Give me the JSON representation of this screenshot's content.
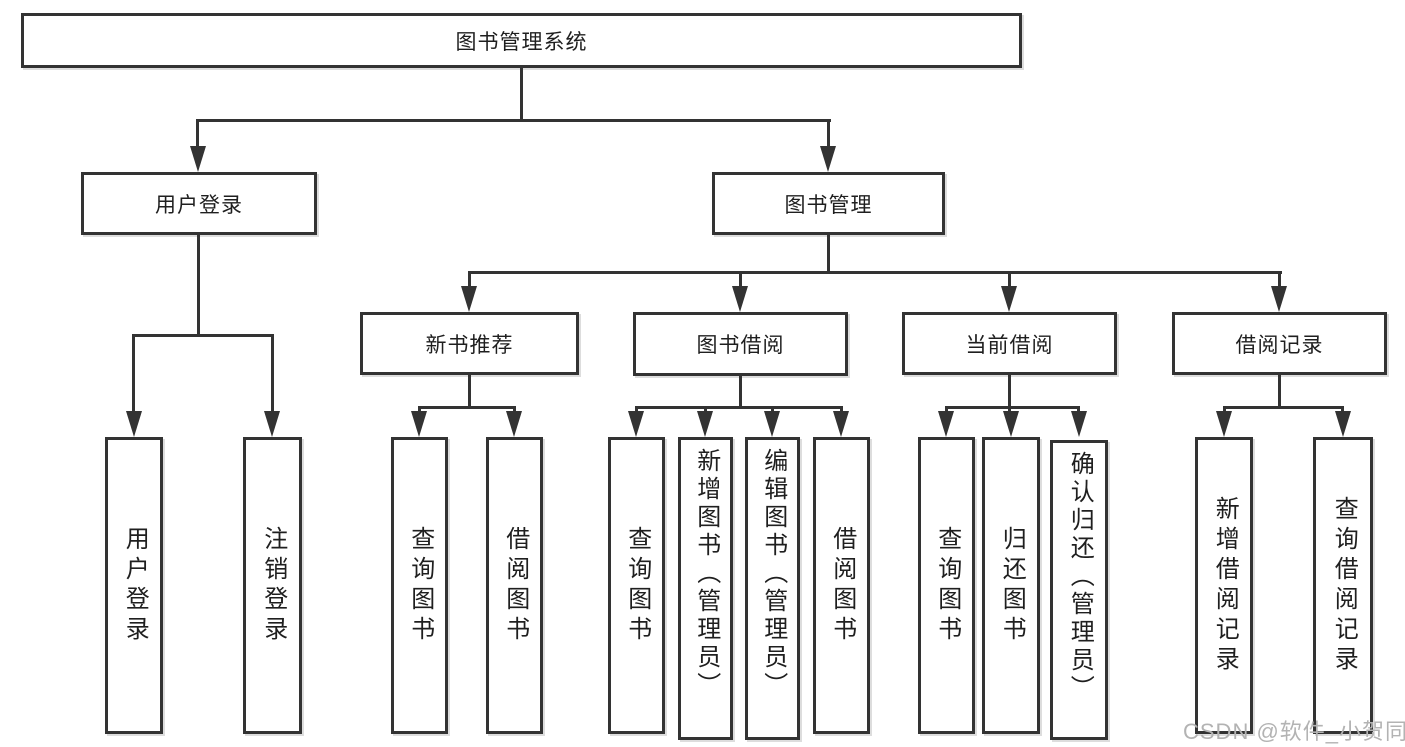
{
  "tree": {
    "root": "图书管理系统",
    "branches": [
      {
        "label": "用户登录",
        "children": [
          "用户登录",
          "注销登录"
        ]
      },
      {
        "label": "图书管理",
        "groups": [
          {
            "label": "新书推荐",
            "children": [
              "查询图书",
              "借阅图书"
            ]
          },
          {
            "label": "图书借阅",
            "children": [
              "查询图书",
              "新增图书（管理员）",
              "编辑图书（管理员）",
              "借阅图书"
            ]
          },
          {
            "label": "当前借阅",
            "children": [
              "查询图书",
              "归还图书",
              "确认归还（管理员）"
            ]
          },
          {
            "label": "借阅记录",
            "children": [
              "新增借阅记录",
              "查询借阅记录"
            ]
          }
        ]
      }
    ]
  },
  "watermark": "CSDN @软件_小贺同学",
  "colors": {
    "line": "#333333",
    "background": "#ffffff",
    "watermark": "#b3b3b3"
  }
}
